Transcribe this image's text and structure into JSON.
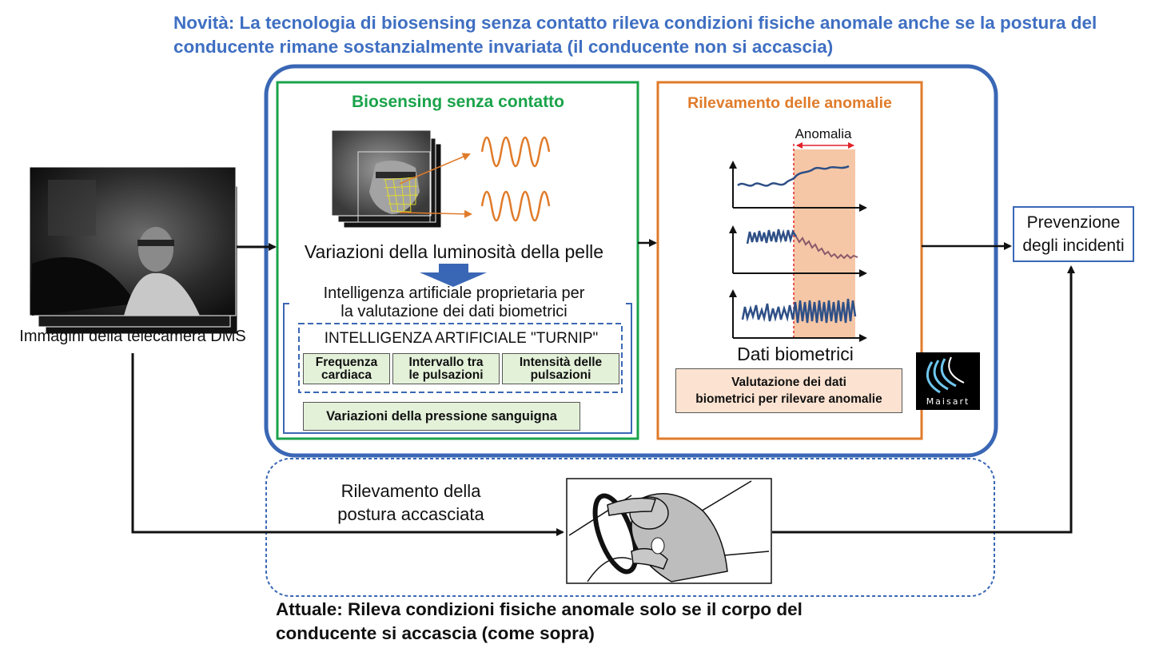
{
  "headline_new": "Novità: La tecnologia di biosensing senza contatto rileva condizioni fisiche anomale anche se la postura del conducente rimane sostanzialmente invariata (il conducente non si accascia)",
  "headline_current": "Attuale: Rileva condizioni fisiche anomale solo se il corpo del conducente si accascia (come sopra)",
  "camera": {
    "label": "Immagini della telecamera DMS"
  },
  "biosensing": {
    "title": "Biosensing senza contatto",
    "skin_label": "Variazioni della luminosità della pelle",
    "ai_line1": "Intelligenza artificiale proprietaria per",
    "ai_line2": "la valutazione dei dati biometrici",
    "turnip": "INTELLIGENZA ARTIFICIALE \"TURNIP\"",
    "metrics": [
      {
        "l1": "Frequenza",
        "l2": "cardiaca"
      },
      {
        "l1": "Intervallo tra",
        "l2": "le pulsazioni"
      },
      {
        "l1": "Intensità delle",
        "l2": "pulsazioni"
      }
    ],
    "blood_pressure": "Variazioni della pressione sanguigna"
  },
  "anomaly": {
    "title": "Rilevamento delle anomalie",
    "anomaly_label": "Anomalia",
    "bio_data_label": "Dati biometrici",
    "eval_line1": "Valutazione dei dati",
    "eval_line2": "biometrici per rilevare anomalie",
    "logo_text": "Maisart"
  },
  "prevention": {
    "line1": "Prevenzione",
    "line2": "degli incidenti"
  },
  "posture": {
    "line1": "Rilevamento della",
    "line2": "postura accasciata"
  },
  "colors": {
    "title_blue": "#3f6fc2",
    "frame_blue": "#3a67b5",
    "green": "#1aa34a",
    "orange": "#e07b2a",
    "anomaly_fill": "#f6c7a6",
    "signal_blue": "#2e4f86",
    "light_green": "#e3f1d9"
  }
}
